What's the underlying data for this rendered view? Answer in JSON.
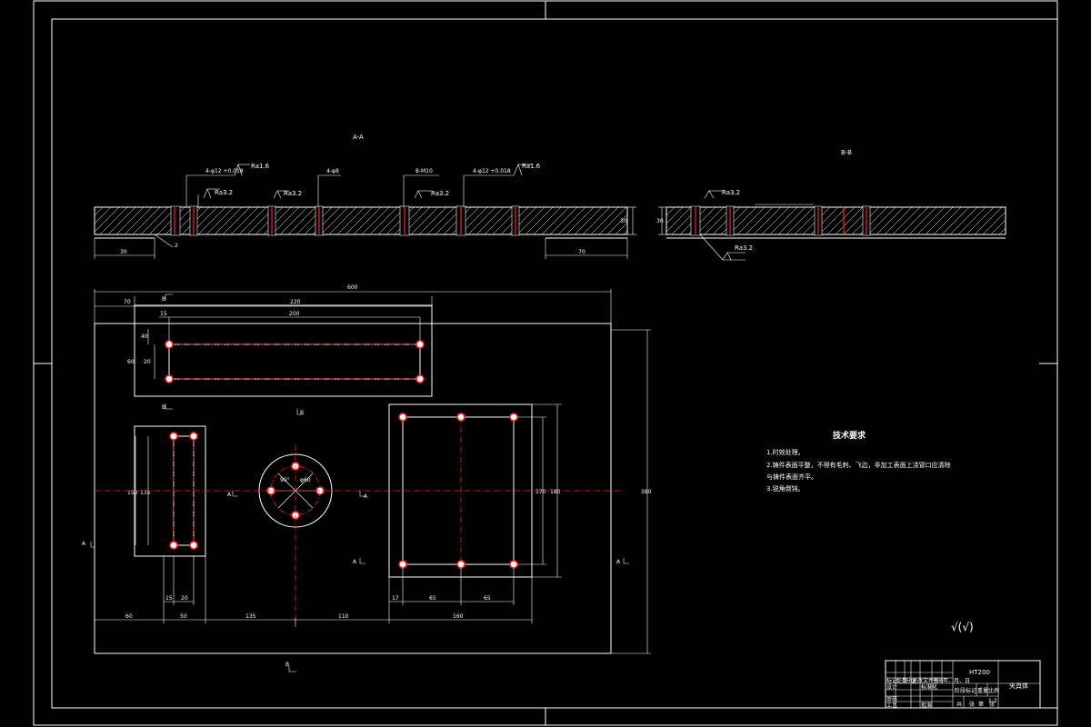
{
  "section_labels": {
    "aa": "A-A",
    "bb": "B-B"
  },
  "roughness": {
    "r16a": "Ra1.6",
    "r32a": "Ra3.2",
    "r32b": "Ra3.2",
    "r16b": "Ra1.6",
    "r32c": "Ra3.2",
    "r32d": "Ra3.2",
    "r32e": "Ra3.2",
    "general": "√(√)"
  },
  "hole_callouts": {
    "h1": "4-φ12 +0.018",
    "h2": "4-φ8",
    "h3": "8-M10",
    "h4": "4-φ12 +0.018"
  },
  "dimensions": {
    "aa_left_30": "30",
    "aa_depth_2": "2",
    "aa_right_70": "70",
    "aa_height_30": "30",
    "bb_height_30": "30",
    "total_width_600": "600",
    "left_offset_70": "70",
    "upper_slot_width_220": "220",
    "upper_hole_pitch_200": "200",
    "upper_offset_15": "15",
    "upper_height_60": "60",
    "upper_pitch_40": "40",
    "upper_half_20": "20",
    "left_slot_height_150": "150",
    "left_hole_pitch_135": "135",
    "left_gap_15": "15",
    "left_pitch_20": "20",
    "right_block_height_180": "180",
    "right_hole_pitch_170": "170",
    "total_height_380": "380",
    "right_offset_17": "17",
    "right_pitch_65a": "65",
    "right_pitch_65b": "65",
    "bottom_60": "60",
    "bottom_50": "50",
    "bottom_135": "135",
    "bottom_110": "110",
    "bottom_160": "160",
    "circle_angle_a": "90°",
    "circle_angle_b": "φ60"
  },
  "view_markers": {
    "b_top": "B",
    "b_mid": "B",
    "b_bottom": "B",
    "a_left": "A",
    "a_right": "A",
    "a_bottom": "A",
    "a_mid_left": "A",
    "a_mid_right": "A",
    "b_circle": "B"
  },
  "tech_requirements": {
    "title": "技术要求",
    "items": [
      "1.时效处理。",
      "2.铸件表面平整，不得有毛刺、飞边，非加工表面上浇冒口应清除",
      "与铸件表面齐平。",
      "3.锐角倒钝。"
    ]
  },
  "title_block": {
    "material": "HT200",
    "part_name": "夹具体",
    "headers": [
      "标记",
      "处数",
      "分区",
      "更改文件号",
      "签名",
      "年、月、日"
    ],
    "design_row": [
      "设计",
      "",
      "标准化"
    ],
    "stage_labels": [
      "阶段标记",
      "重量",
      "比例"
    ],
    "scale": "1:2",
    "review": "审核",
    "process": "工艺",
    "approve": "批准",
    "sheet_info": [
      "共",
      "张",
      "第",
      "张"
    ]
  }
}
